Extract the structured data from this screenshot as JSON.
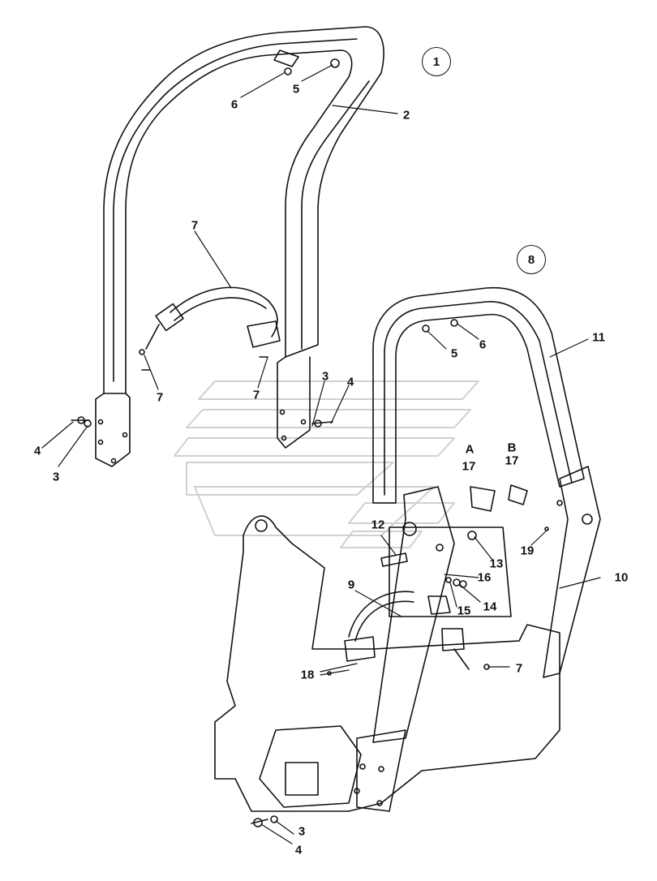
{
  "callouts": [
    "1",
    "8"
  ],
  "labels": {
    "l2": "2",
    "l5a": "5",
    "l6a": "6",
    "l7a": "7",
    "l7b": "7",
    "l7c": "7",
    "l3a": "3",
    "l4a": "4",
    "l4b": "4",
    "l3b": "3",
    "l5b": "5",
    "l6b": "6",
    "l11": "11",
    "lA": "A",
    "lB": "B",
    "l17a": "17",
    "l17b": "17",
    "l12": "12",
    "l13": "13",
    "l19": "19",
    "l16": "16",
    "l14": "14",
    "l15": "15",
    "l9": "9",
    "l10": "10",
    "l18": "18",
    "l7d": "7",
    "l3c": "3",
    "l4c": "4"
  },
  "colors": {
    "line": "#111111",
    "watermark": "#d0d0d0",
    "background": "#ffffff"
  }
}
